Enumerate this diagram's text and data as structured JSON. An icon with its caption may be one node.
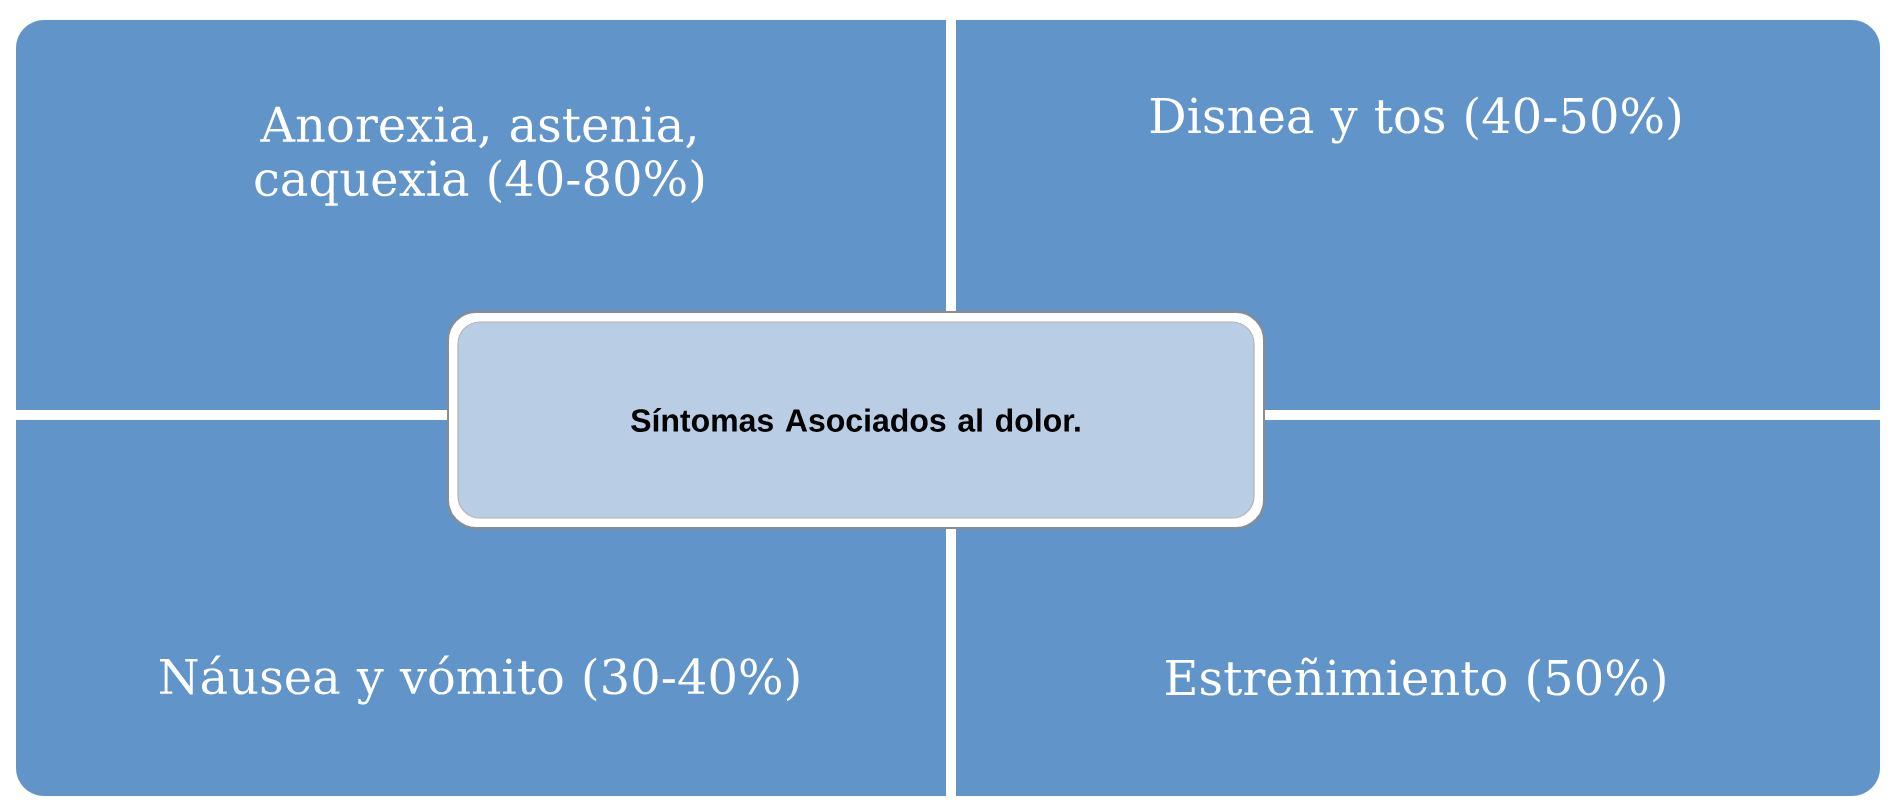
{
  "diagram": {
    "nodes": [
      {
        "text": [
          "Anorexia, astenia, caquexia (40-80%)"
        ]
      },
      {
        "text": [
          "Disnea y tos (40-50%)"
        ]
      },
      {
        "text": [
          "Náusea y vómito (30-40%)"
        ]
      },
      {
        "text": [
          "Estreñimiento (50%)"
        ]
      },
      {
        "text": [
          "Síntomas Asociados al dolor."
        ]
      }
    ]
  }
}
